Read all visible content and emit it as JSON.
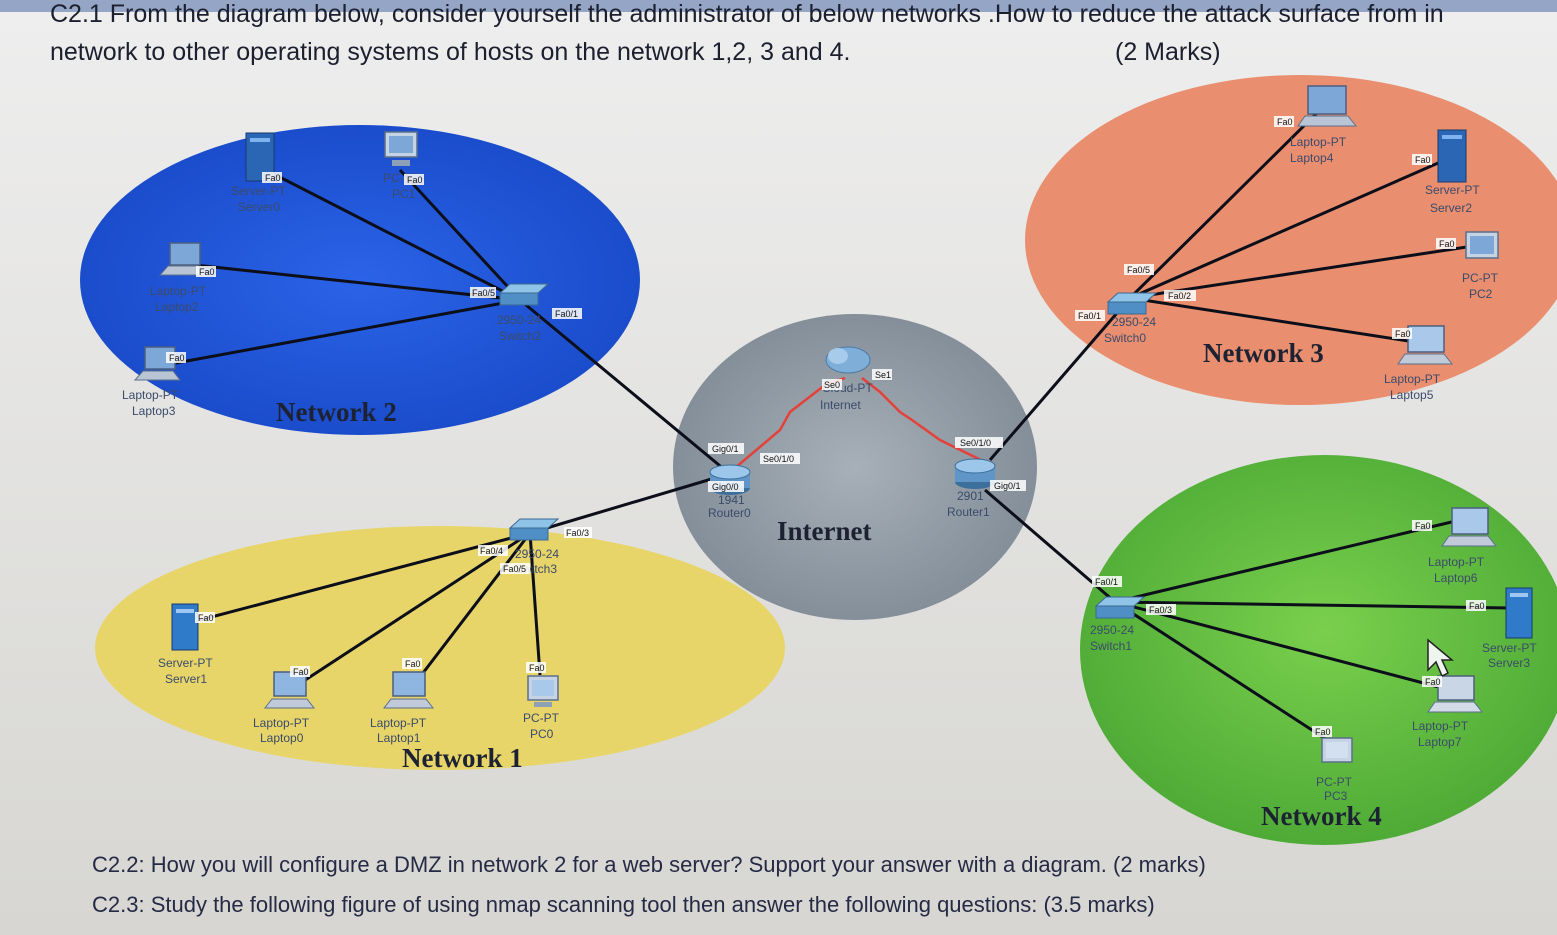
{
  "question": {
    "line1": "C2.1 From the diagram below, consider yourself the administrator of below networks .How to reduce the attack surface from in",
    "line2": "network to other operating systems of hosts on the network 1,2, 3 and 4.",
    "marks": "(2 Marks)",
    "c22": "C2.2: How you will configure a DMZ in network 2 for a web server? Support your answer with a diagram. (2 marks)",
    "c23": "C2.3: Study the following figure of using nmap scanning tool then answer the following questions: (3.5 marks)"
  },
  "colors": {
    "network1": "#e8d56a",
    "network2": "#1d55d8",
    "network3": "#e98e6f",
    "network4": "#5fbf3e",
    "internet": "#8f9aa6",
    "link": "#0c0f1a",
    "serial": "#e3413a"
  },
  "networks": {
    "n1": "Network 1",
    "n2": "Network 2",
    "n3": "Network 3",
    "n4": "Network 4",
    "internet": "Internet"
  },
  "devices": {
    "server0": [
      "Server-PT",
      "Server0"
    ],
    "pc1": [
      "PC-PT",
      "PC1"
    ],
    "laptop2": [
      "Laptop-PT",
      "Laptop2"
    ],
    "laptop3": [
      "Laptop-PT",
      "Laptop3"
    ],
    "switch2": [
      "2950-24",
      "Switch2"
    ],
    "server1": [
      "Server-PT",
      "Server1"
    ],
    "laptop0": [
      "Laptop-PT",
      "Laptop0"
    ],
    "laptop1": [
      "Laptop-PT",
      "Laptop1"
    ],
    "pc0": [
      "PC-PT",
      "PC0"
    ],
    "switch3": [
      "2950-24",
      "Switch3"
    ],
    "router0": [
      "1941",
      "Router0"
    ],
    "internet_cloud": [
      "Cloud-PT",
      "Internet"
    ],
    "router1": [
      "2901",
      "Router1"
    ],
    "laptop4": [
      "Laptop-PT",
      "Laptop4"
    ],
    "server2": [
      "Server-PT",
      "Server2"
    ],
    "pc2": [
      "PC-PT",
      "PC2"
    ],
    "laptop5": [
      "Laptop-PT",
      "Laptop5"
    ],
    "switch0": [
      "2950-24",
      "Switch0"
    ],
    "switch1": [
      "2950-24",
      "Switch1"
    ],
    "laptop6": [
      "Laptop-PT",
      "Laptop6"
    ],
    "server3": [
      "Server-PT",
      "Server3"
    ],
    "laptop7": [
      "Laptop-PT",
      "Laptop7"
    ],
    "pc3": [
      "PC-PT",
      "PC3"
    ]
  },
  "ports": {
    "fa0": "Fa0",
    "fa0_1": "Fa0/1",
    "fa0_2": "Fa0/2",
    "fa0_3": "Fa0/3",
    "fa0_4": "Fa0/4",
    "fa0_5": "Fa0/5",
    "gig0_0": "Gig0/0",
    "gig0_1": "Gig0/1",
    "se0_1_0": "Se0/1/0",
    "se0": "Se0",
    "se1": "Se1"
  }
}
